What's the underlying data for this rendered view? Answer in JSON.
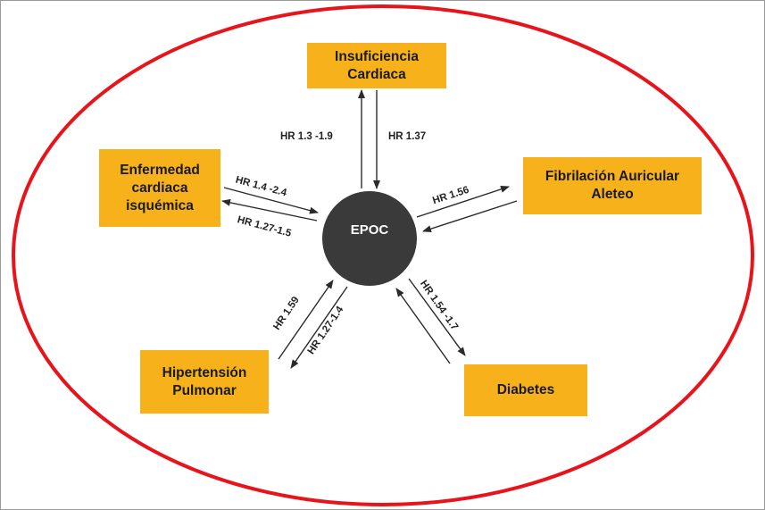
{
  "center": {
    "label": "EPOC"
  },
  "nodes": {
    "insuficiencia": "Insuficiencia\nCardiaca",
    "enfermedad": "Enfermedad\ncardiaca\nisquémica",
    "fibrilacion": "Fibrilación Auricular\nAleteo",
    "hipertension": "Hipertensión\nPulmonar",
    "diabetes": "Diabetes"
  },
  "hazard_ratios": {
    "insuficiencia_out": "HR 1.3 -1.9",
    "insuficiencia_in": "HR 1.37",
    "enfermedad_out": "HR 1.4 -2.4",
    "enfermedad_in": "HR 1.27-1.5",
    "fibrilacion_out": "HR 1.56",
    "hipertension_out": "HR 1.59",
    "hipertension_in": "HR 1.27-1.4",
    "diabetes_out": "HR 1.54 -1.7"
  },
  "colors": {
    "ellipse_border": "#e8141c",
    "node_fill": "#f7b21b",
    "center_fill": "#3a3a3a",
    "arrow": "#2a2a2a"
  }
}
